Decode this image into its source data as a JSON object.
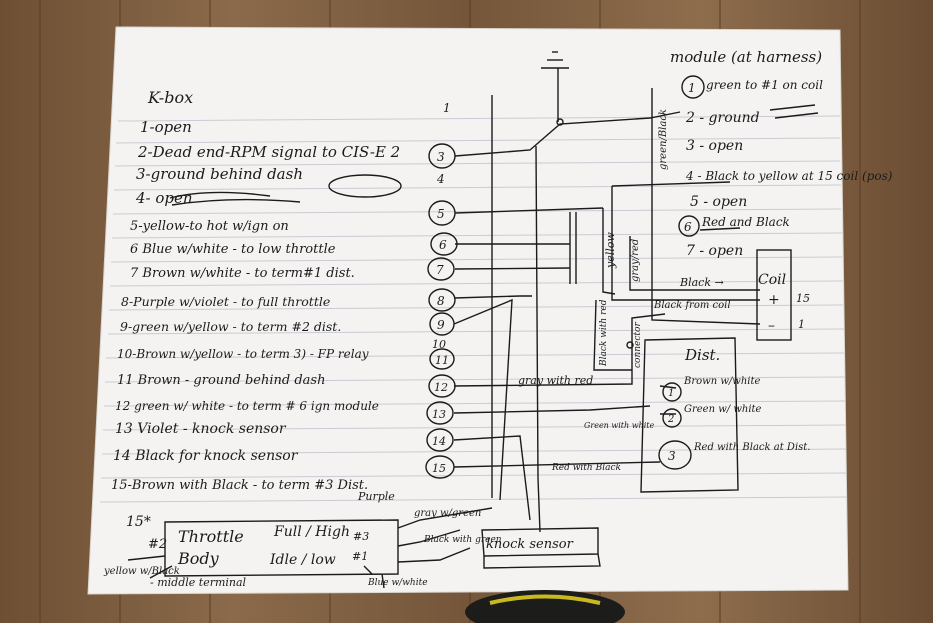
{
  "kbox": {
    "title": "K-box",
    "col_1": "1",
    "col_4": "4",
    "col_10": "10",
    "col_15star": "15*",
    "rows": [
      "1-open",
      "2-Dead end-RPM signal to CIS-E 2",
      "3-ground behind dash",
      "4- open",
      "5-yellow-to hot w/ign on",
      "6 Blue w/white - to low throttle",
      "7 Brown w/white - to term#1 dist.",
      "8-Purple w/violet - to full throttle",
      "9-green w/yellow - to term #2 dist.",
      "10-Brown w/yellow - to term 3) - FP relay",
      "11 Brown - ground behind dash",
      "12 green w/ white - to term # 6 ign module",
      "13 Violet - knock sensor",
      "14 Black for knock sensor",
      "15-Brown with Black - to term #3 Dist."
    ],
    "circles": [
      "3",
      "5",
      "6",
      "7",
      "8",
      "9",
      "11",
      "12",
      "13",
      "14",
      "15"
    ]
  },
  "module": {
    "title": "module (at harness)",
    "items": [
      "green to #1 on coil",
      "2 - ground",
      "3 - open",
      "4 - Black to yellow at 15 coil (pos)",
      "5 - open",
      "Red and Black",
      "7 - open"
    ],
    "circles": [
      "1",
      "6"
    ]
  },
  "coil": {
    "title": "Coil",
    "terminals": [
      "15",
      "1"
    ],
    "signs": [
      "+",
      "–"
    ],
    "wire_labels": [
      "Black →",
      "Black from coil"
    ]
  },
  "dist": {
    "title": "Dist.",
    "items": [
      {
        "num": "1",
        "label": "Brown w/white"
      },
      {
        "num": "2",
        "label": "Green w/ white"
      },
      {
        "num": "3",
        "label": "Red with Black at Dist."
      }
    ]
  },
  "wire_labels": {
    "green_black": "green/Black",
    "yellow": "yellow",
    "gray_red": "gray/red",
    "black_with_red": "Black with red",
    "connector": "connector",
    "gray_with_red": "gray with red",
    "green_with_white": "Green with white",
    "red_with_black": "Red with Black",
    "gray_w_green": "gray w/green",
    "purple": "Purple",
    "black_with_green": "Black with green",
    "blue_w_white": "Blue w/white",
    "yellow_w_black": "yellow w/Black",
    "middle_terminal": "- middle terminal"
  },
  "throttle": {
    "num": "#2",
    "label1": "Throttle",
    "label2": "Body",
    "full": "Full / High",
    "idle": "Idle / low",
    "pin3": "#3",
    "pin1": "#1"
  },
  "knock": {
    "label": "knock sensor"
  }
}
